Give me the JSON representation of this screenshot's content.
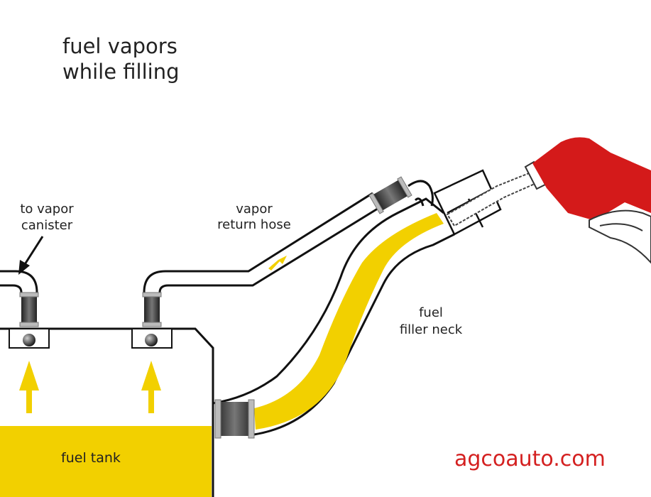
{
  "title": {
    "line1": "fuel vapors",
    "line2": "while filling"
  },
  "labels": {
    "canister": {
      "line1": "to vapor",
      "line2": "canister"
    },
    "return_hose": {
      "line1": "vapor",
      "line2": "return hose"
    },
    "filler_neck": {
      "line1": "fuel",
      "line2": "filler neck"
    },
    "tank": "fuel tank"
  },
  "watermark": "agcoauto.com",
  "colors": {
    "fuel": "#f2d000",
    "nozzle": "#d41a1a",
    "watermark": "#d42020"
  }
}
